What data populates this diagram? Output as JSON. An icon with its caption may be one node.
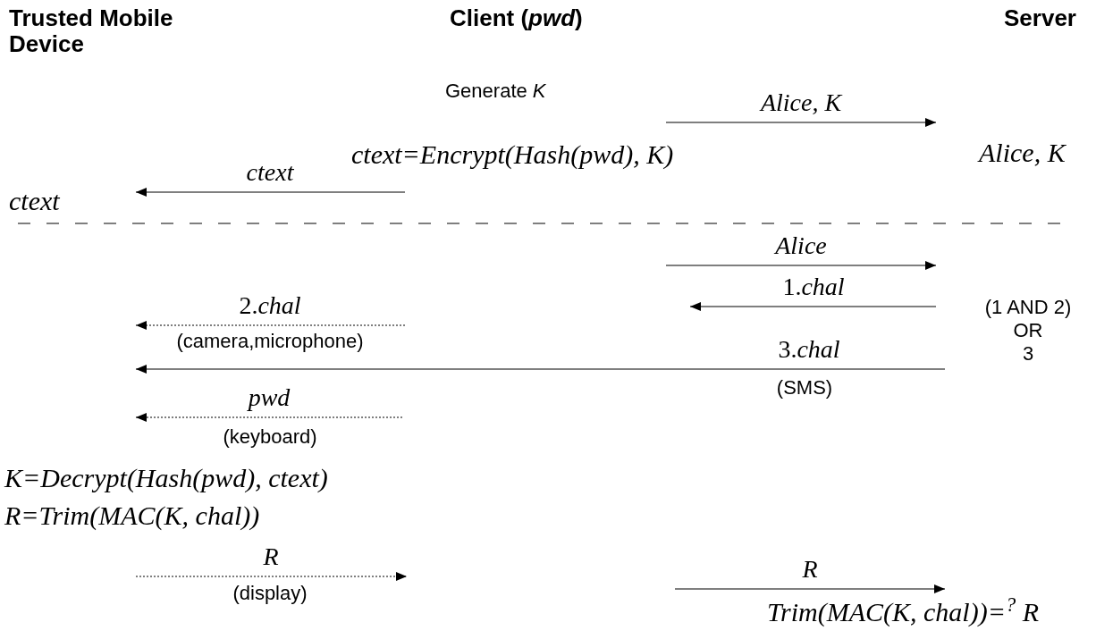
{
  "diagram": {
    "labels": [
      "Trusted Mobile Device",
      "Client (*pwd*)",
      "Server",
      "Generate *K*",
      "Alice, K",
      "ctext=Encrypt(Hash(pwd), K)",
      "ctext",
      "Alice, K",
      "ctext",
      "Alice",
      "1.*chal*",
      "2.*chal*",
      "(1 AND 2)",
      "(camera,microphone)",
      "OR",
      "3.*chal*",
      "3",
      "(SMS)",
      "pwd",
      "(keyboard)",
      "K=Decrypt(Hash(pwd), ctext)",
      "R=Trim(MAC(K, chal))",
      "R",
      "(display)",
      "R",
      "Trim(MAC(K, chal))=$^{?}$ R"
    ]
  }
}
